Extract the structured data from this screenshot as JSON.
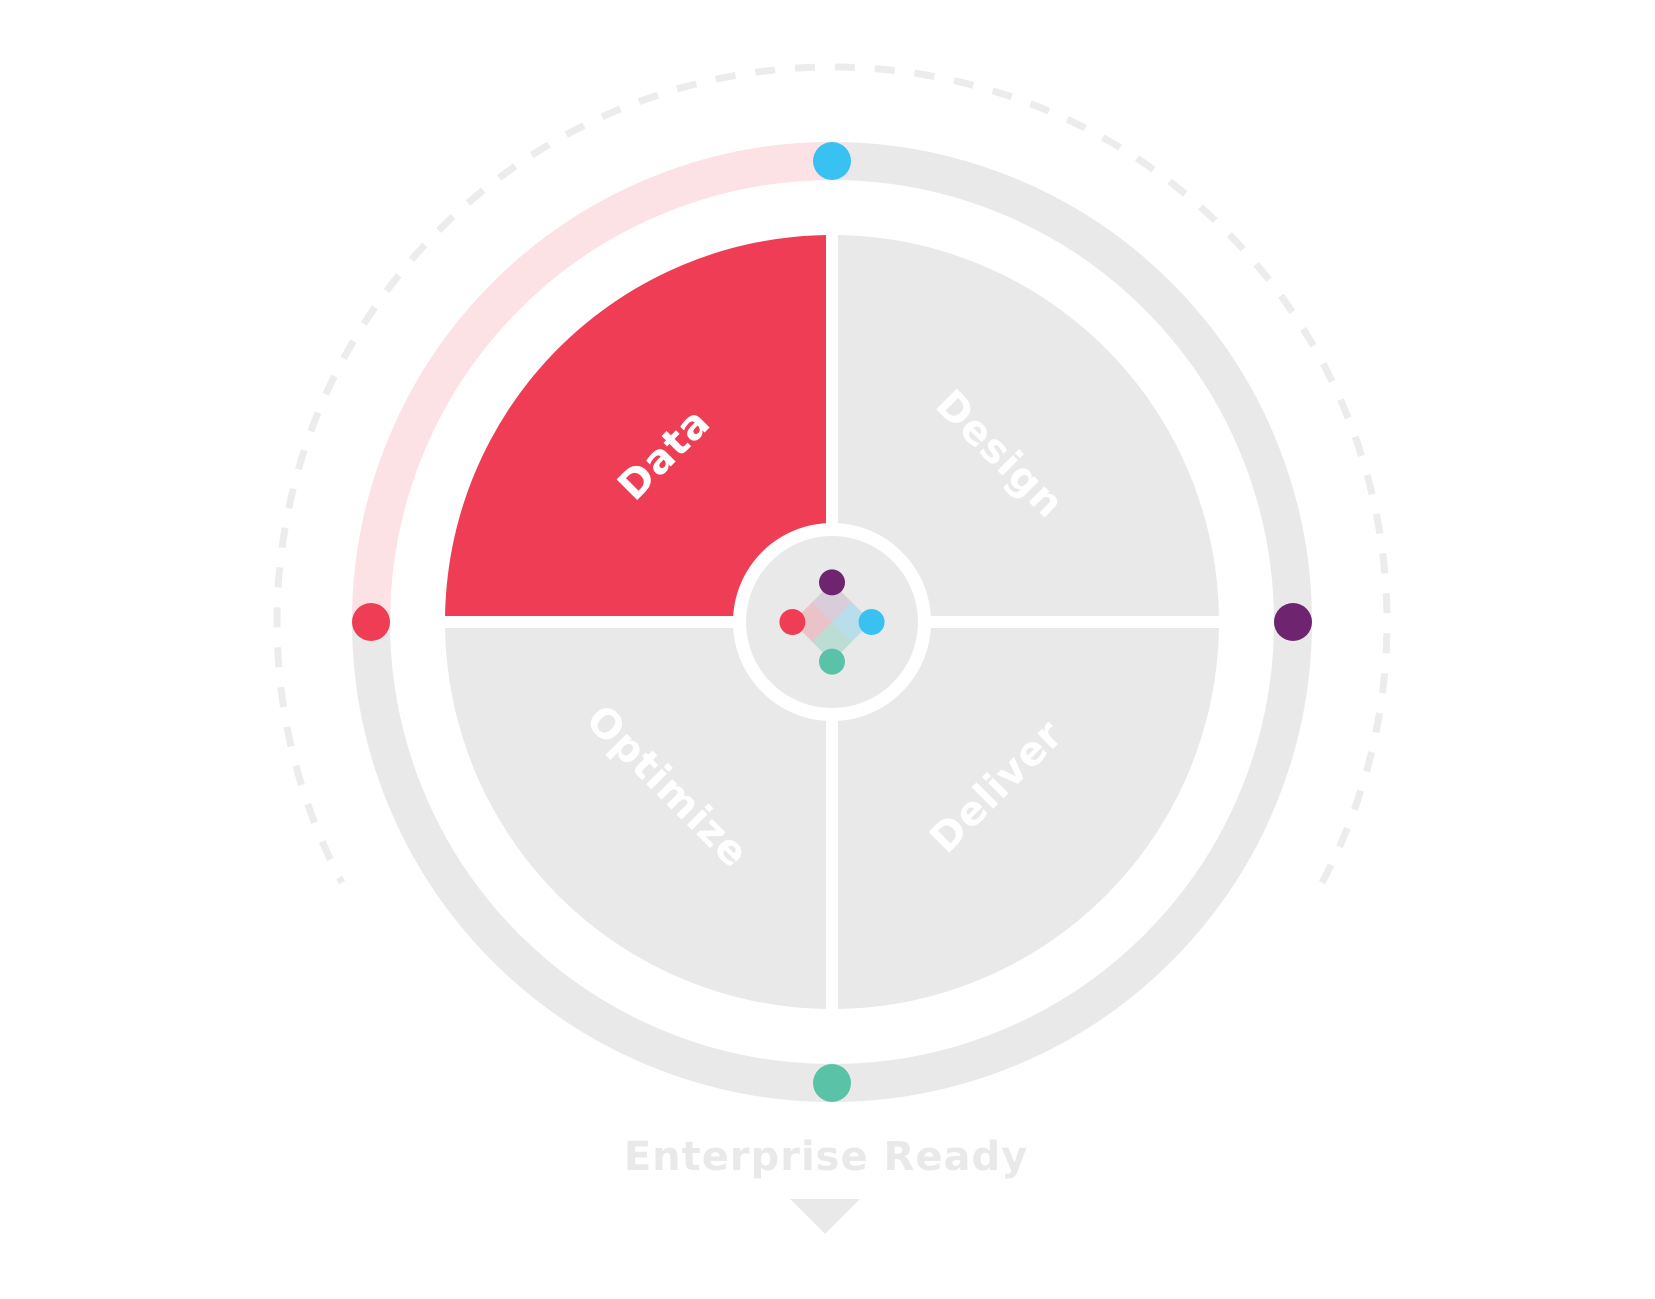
{
  "colors": {
    "background": "#ffffff",
    "gray": "#e9e9e9",
    "light_gray": "#ececec",
    "data_red": "#ef3d56",
    "data_red_light": "#fde2e5",
    "design_blue": "#38c1f1",
    "deliver_purple": "#6e246e",
    "optimize_green": "#5ac3a7",
    "label_white": "#ffffff"
  },
  "segments": [
    {
      "key": "data",
      "label": "Data",
      "active": true
    },
    {
      "key": "design",
      "label": "Design",
      "active": false
    },
    {
      "key": "deliver",
      "label": "Deliver",
      "active": false
    },
    {
      "key": "optimize",
      "label": "Optimize",
      "active": false
    }
  ],
  "footer": {
    "label": "Enterprise Ready",
    "indicator_icon": "triangle-down-icon"
  },
  "center": {
    "icon": "diamond-dots-logo-icon"
  }
}
